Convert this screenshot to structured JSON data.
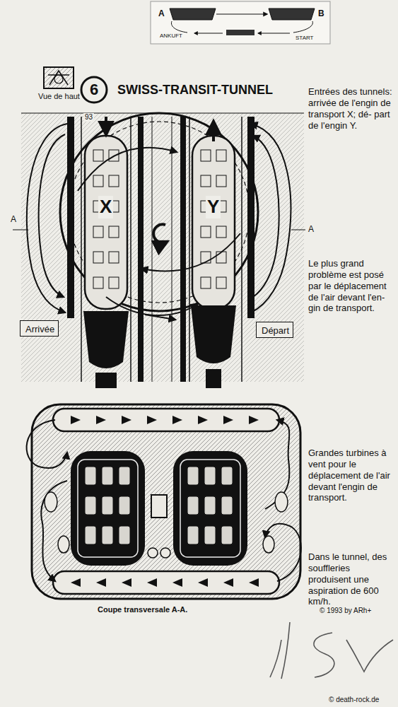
{
  "diagram": {
    "title": "SWISS-TRANSIT-TUNNEL",
    "caption": "Coupe transversale A-A.",
    "nodes": [
      {
        "text": [
          "6"
        ]
      },
      {
        "text": [
          "Arrivée"
        ]
      },
      {
        "text": [
          "Départ"
        ]
      }
    ],
    "labels": [
      "A",
      "B",
      "ANKUFT",
      "START",
      "Vue de haut",
      "93",
      "X",
      "Y",
      "A",
      "A",
      "Entrées des tunnels: arrivée de l'engin de transport X; dé- part de l'engin Y.",
      "Le plus grand problème est posé par le déplacement de l'air devant l'en- gin de transport.",
      "Grandes turbines à vent pour le déplacement de l'air devant l'engin de transport.",
      "Dans le tunnel, des souffleries produisent une aspiration de 600 km/h.",
      "© 1993 by ARh+",
      "© death-rock.de"
    ]
  }
}
